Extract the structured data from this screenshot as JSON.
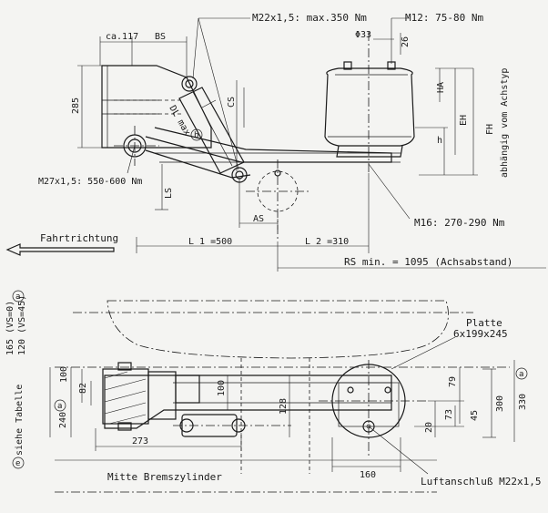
{
  "top_view": {
    "shock_torque": "M22x1,5: max.350 Nm",
    "m12_torque": "M12: 75-80 Nm",
    "phi33": "Φ33",
    "dim_26": "26",
    "ca117": "ca.117",
    "bs": "BS",
    "dim_285": "285",
    "cs": "CS",
    "dl_max": "DL max",
    "dl_marker": "b",
    "ha": "HA",
    "eh": "EH",
    "fh": "FH",
    "fh_note": "abhängig vom Achstyp",
    "h": "h",
    "m27_torque": "M27x1,5: 550-600 Nm",
    "ls": "LS",
    "as": "AS",
    "m16_torque": "M16: 270-290 Nm",
    "direction": "Fahrtrichtung",
    "l1": "L 1 =500",
    "l2": "L 2 =310",
    "rs": "RS min. = 1095 (Achsabstand)"
  },
  "bottom_view": {
    "v165": "165 (VS=0)",
    "v120": "120 (VS=45)",
    "marker_a": "a",
    "marker_e": "e",
    "see_table": "siehe Tabelle",
    "dim_240": "240",
    "dim_100_left": "100",
    "dim_82": "82",
    "dim_100_mid": "100",
    "dim_128": "128",
    "dim_273": "273",
    "plate_label": "Platte",
    "plate_size": "6x199x245",
    "dim_79": "79",
    "dim_73": "73",
    "dim_45": "45",
    "dim_20": "20",
    "dim_300": "300",
    "dim_330": "330",
    "dim_160": "160",
    "brake_center": "Mitte Bremszylinder",
    "air_conn": "Luftanschluß M22x1,5"
  }
}
